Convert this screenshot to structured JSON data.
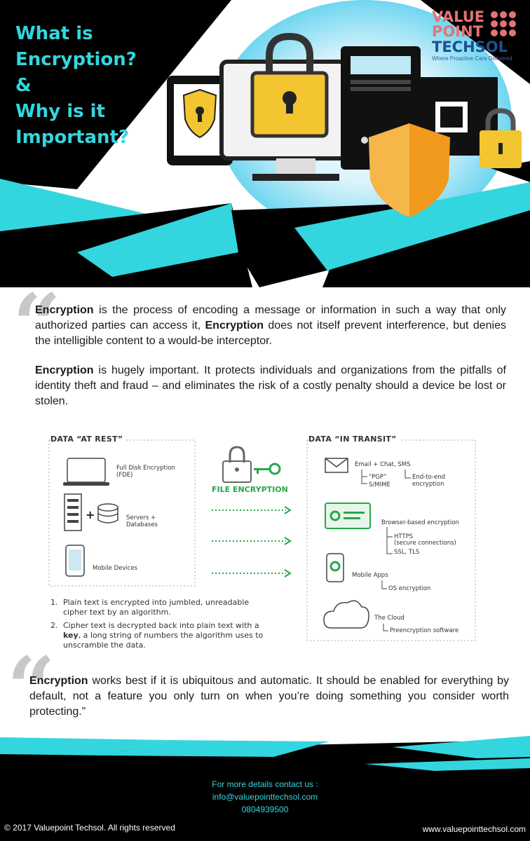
{
  "header": {
    "title_lines": [
      "What is",
      "Encryption?",
      "&",
      "Why is it",
      "Important?"
    ]
  },
  "logo": {
    "line1": "VALUE",
    "line2": "POINT",
    "line3": "TECHSOL",
    "tagline": "Where Proactive Care Delivered"
  },
  "intro": {
    "p1_term": "Encryption",
    "p1_a": "is the process of encoding a message or information in such a way that only authorized parties can access it,",
    "p1_term2": "Encryption",
    "p1_b": "does not itself prevent interference, but denies the intelligible content to a would-be interceptor.",
    "p2_term": "Encryption",
    "p2_text": "is hugely important. It protects individuals and organizations from the pitfalls of identity theft and fraud – and eliminates the risk of a costly penalty should a device be lost or stolen."
  },
  "diagram": {
    "rest_title": "DATA “AT REST”",
    "transit_title": "DATA “IN TRANSIT”",
    "file_encryption": "FILE ENCRYPTION",
    "rest_items": {
      "fde_1": "Full Disk Encryption",
      "fde_2": "(FDE)",
      "servers_1": "Servers +",
      "servers_2": "Databases",
      "mobile": "Mobile Devices"
    },
    "transit_items": {
      "email": "Email + Chat, SMS",
      "pgp": "“PGP”",
      "smime": "S/MIME",
      "e2e_1": "End-to-end",
      "e2e_2": "encryption",
      "browser": "Browser-based encryption",
      "https": "HTTPS",
      "secure": "(secure connections)",
      "ssl": "SSL, TLS",
      "apps": "Mobile Apps",
      "os": "OS encryption",
      "cloud": "The Cloud",
      "pre": "Preencryption software"
    },
    "steps": {
      "s1_num": "1.",
      "s1_a": "Plain text is encrypted into jumbled, unreadable",
      "s1_b": "cipher text by an algorithm.",
      "s2_num": "2.",
      "s2_a": "Cipher text is decrypted back into plain text with a",
      "s2_key": "key",
      "s2_b": ", a long string of numbers the algorithm uses to",
      "s2_c": "unscramble the data."
    }
  },
  "quote": {
    "term": "Encryption",
    "text": "works best if it is ubiquitous and automatic. It should be enabled for everything by default, not a feature you only turn on when you’re doing something you consider worth protecting.”"
  },
  "footer": {
    "contact_label": "For more details contact us :",
    "email": "info@valuepointtechsol.com",
    "phone": "0804939500",
    "copyright": "© 2017 Valuepoint Techsol. All rights reserved",
    "website": "www.valuepointtechsol.com"
  },
  "colors": {
    "cyan": "#33d6de",
    "black": "#000000",
    "lock_yellow": "#f2c531",
    "shield_orange": "#f29a1d",
    "logo_red": "#e57373",
    "logo_blue": "#1f4f8f",
    "green": "#27a74a"
  }
}
